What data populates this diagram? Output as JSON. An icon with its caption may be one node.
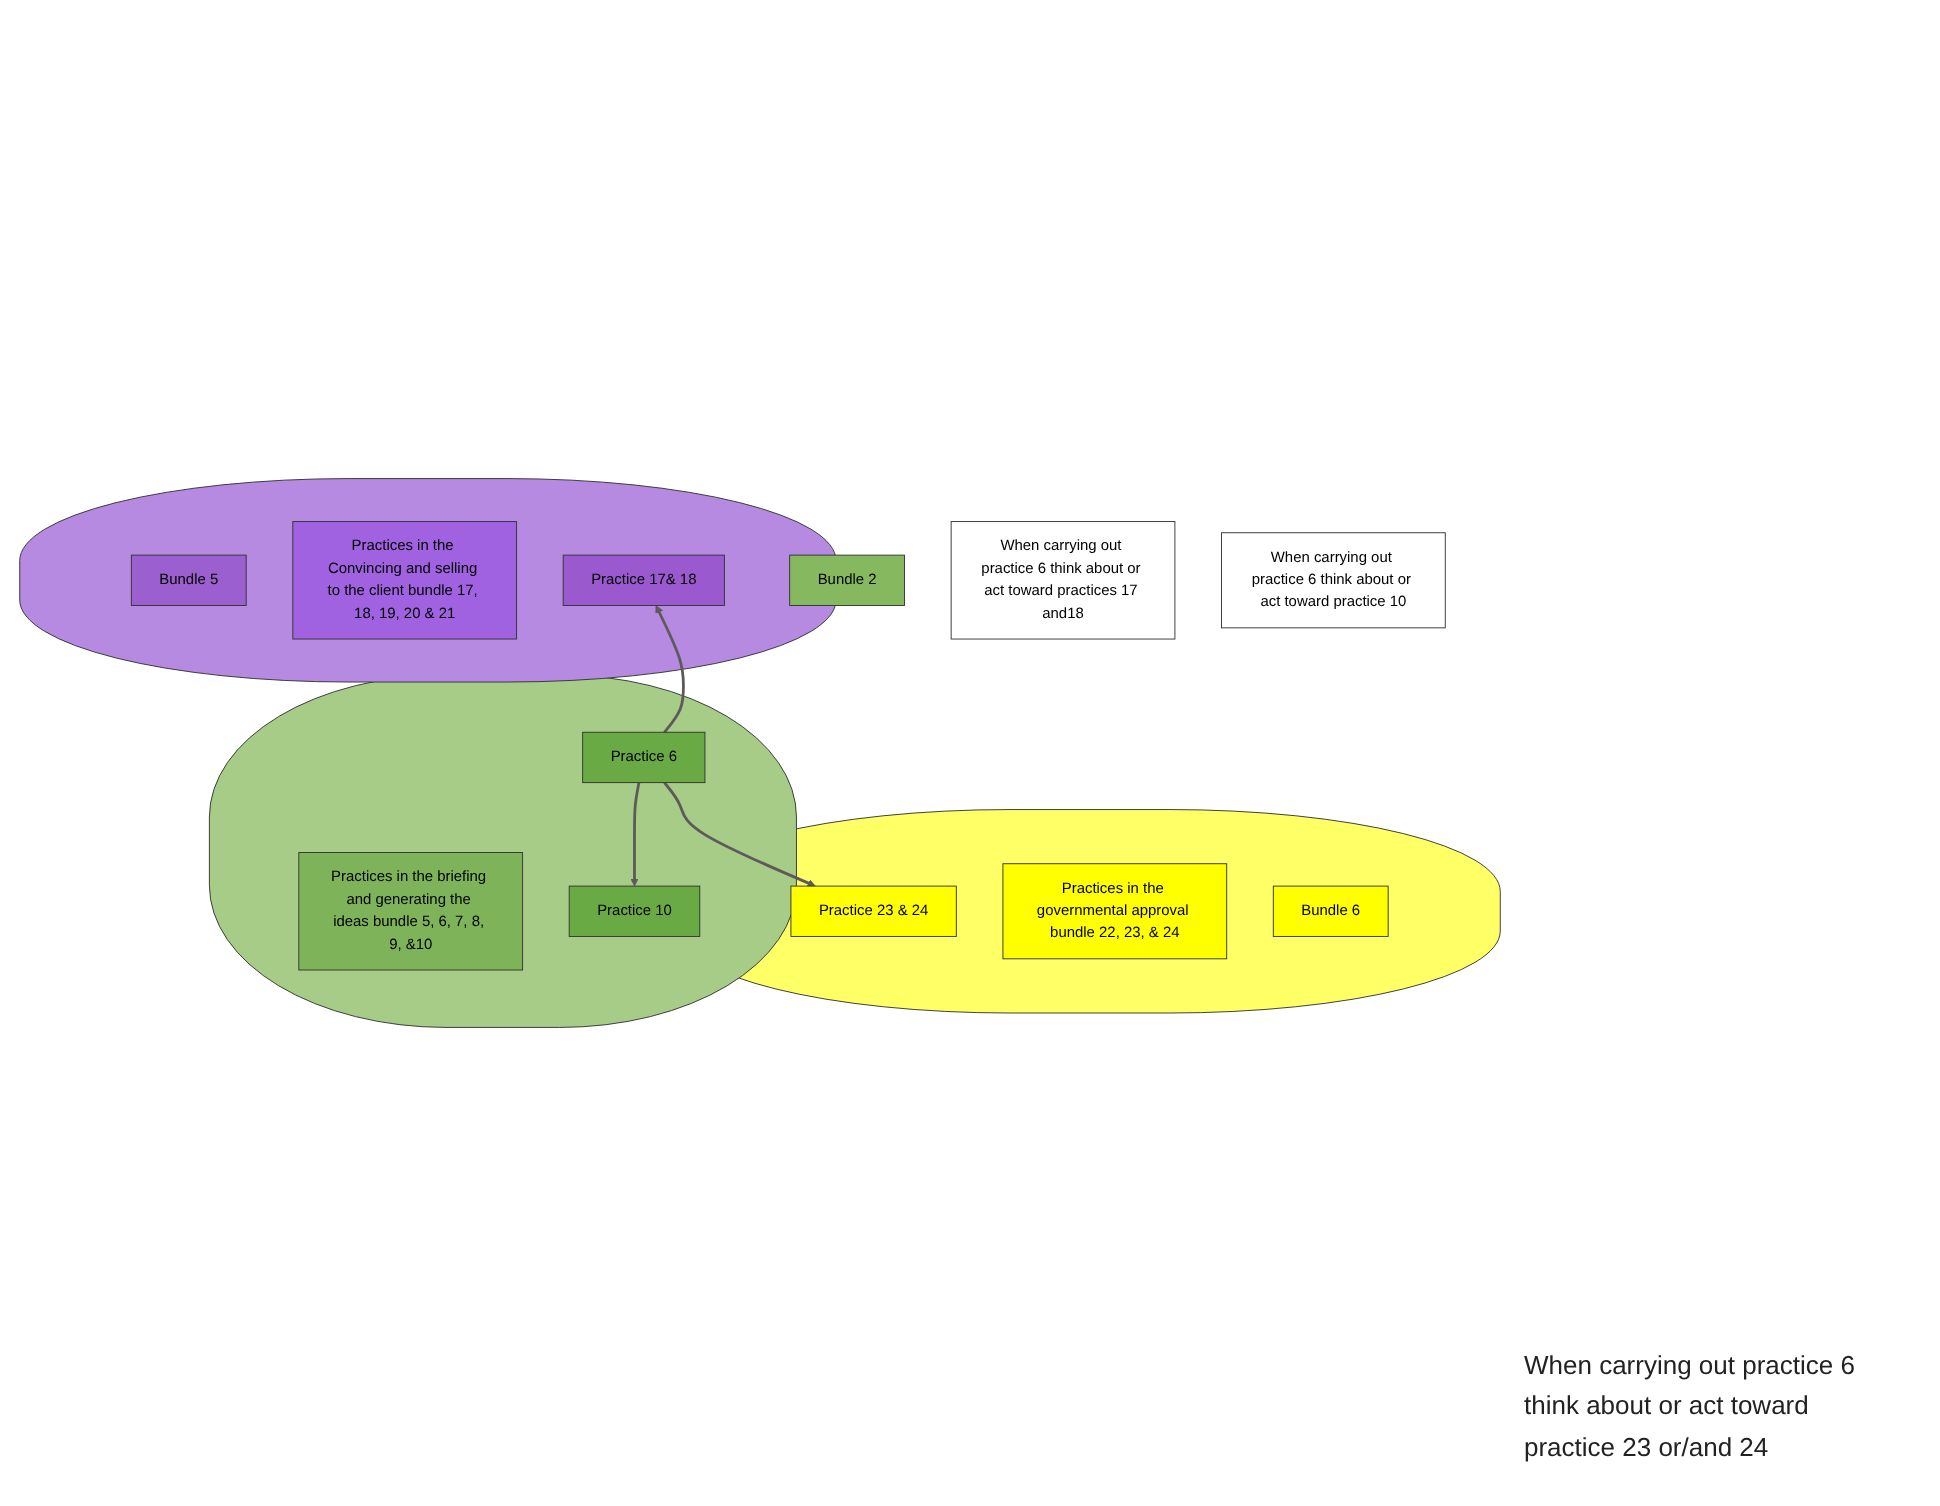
{
  "diagram": {
    "nodes": [
      {
        "text": [],
        "shape": "ellipse"
      },
      {
        "text": [
          "Bundle 5"
        ],
        "in": 0
      },
      {
        "text": [
          "Practices in the Convincing and selling to the client bundle 17, 18, 19, 20 & 21"
        ],
        "in": 0
      },
      {
        "text": [
          "Practice 17& 18"
        ],
        "in": 0
      },
      {
        "text": [],
        "shape": "ellipse"
      },
      {
        "text": [
          "Bundle 2"
        ]
      },
      {
        "text": [
          "Practices in the briefing and generating the ideas bundle 5, 6, 7, 8, 9, &10"
        ],
        "in": 4
      },
      {
        "text": [
          "Practice 6"
        ],
        "in": 4
      },
      {
        "text": [
          "Practice 10"
        ],
        "in": 4
      },
      {
        "text": [],
        "shape": "ellipse"
      },
      {
        "text": [
          "Practices in the governmental approval bundle 22, 23, & 24"
        ],
        "in": 9
      },
      {
        "text": [
          "Practice 23 & 24"
        ],
        "in": 9
      },
      {
        "text": [
          "Bundle 6"
        ],
        "in": 9
      },
      {
        "text": [
          "When carrying out practice 6 think about or act toward practices 17 and18"
        ]
      },
      {
        "text": [
          "When carrying out practice 6 think about or act toward practice 10"
        ]
      }
    ],
    "edges": [
      {
        "from": 7,
        "to": 3,
        "arrow": "to"
      },
      {
        "from": 7,
        "to": 8,
        "arrow": "to"
      },
      {
        "from": 7,
        "to": 11,
        "arrow": "to"
      }
    ],
    "labels": [
      "When carrying out practice 6 think about or act toward practice 23 or/and 24"
    ]
  }
}
